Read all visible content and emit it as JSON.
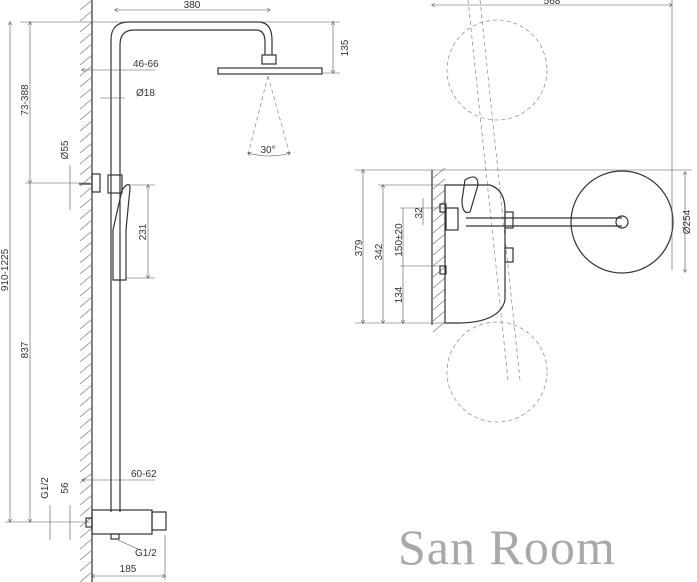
{
  "front_view": {
    "dims": {
      "arm_length": "380",
      "head_height": "135",
      "wall_offset_top": "46-66",
      "pipe_diameter": "Ø18",
      "spray_angle": "30°",
      "flange_diameter": "Ø55",
      "handshower_length": "231",
      "adjust_range": "73-388",
      "total_height": "910-1225",
      "bar_height": "837",
      "wall_offset_bottom": "60-62",
      "inlet_thread": "G1/2",
      "inlet_spacing": "56",
      "outlet_thread": "G1/2",
      "mixer_depth": "185"
    }
  },
  "top_view": {
    "dims": {
      "width": "568",
      "head_diameter": "Ø254",
      "body_depth": "379",
      "body_inner": "342",
      "center_range": "150±20",
      "small_offset": "32",
      "lower_offset": "134"
    }
  },
  "watermark": "San Room"
}
